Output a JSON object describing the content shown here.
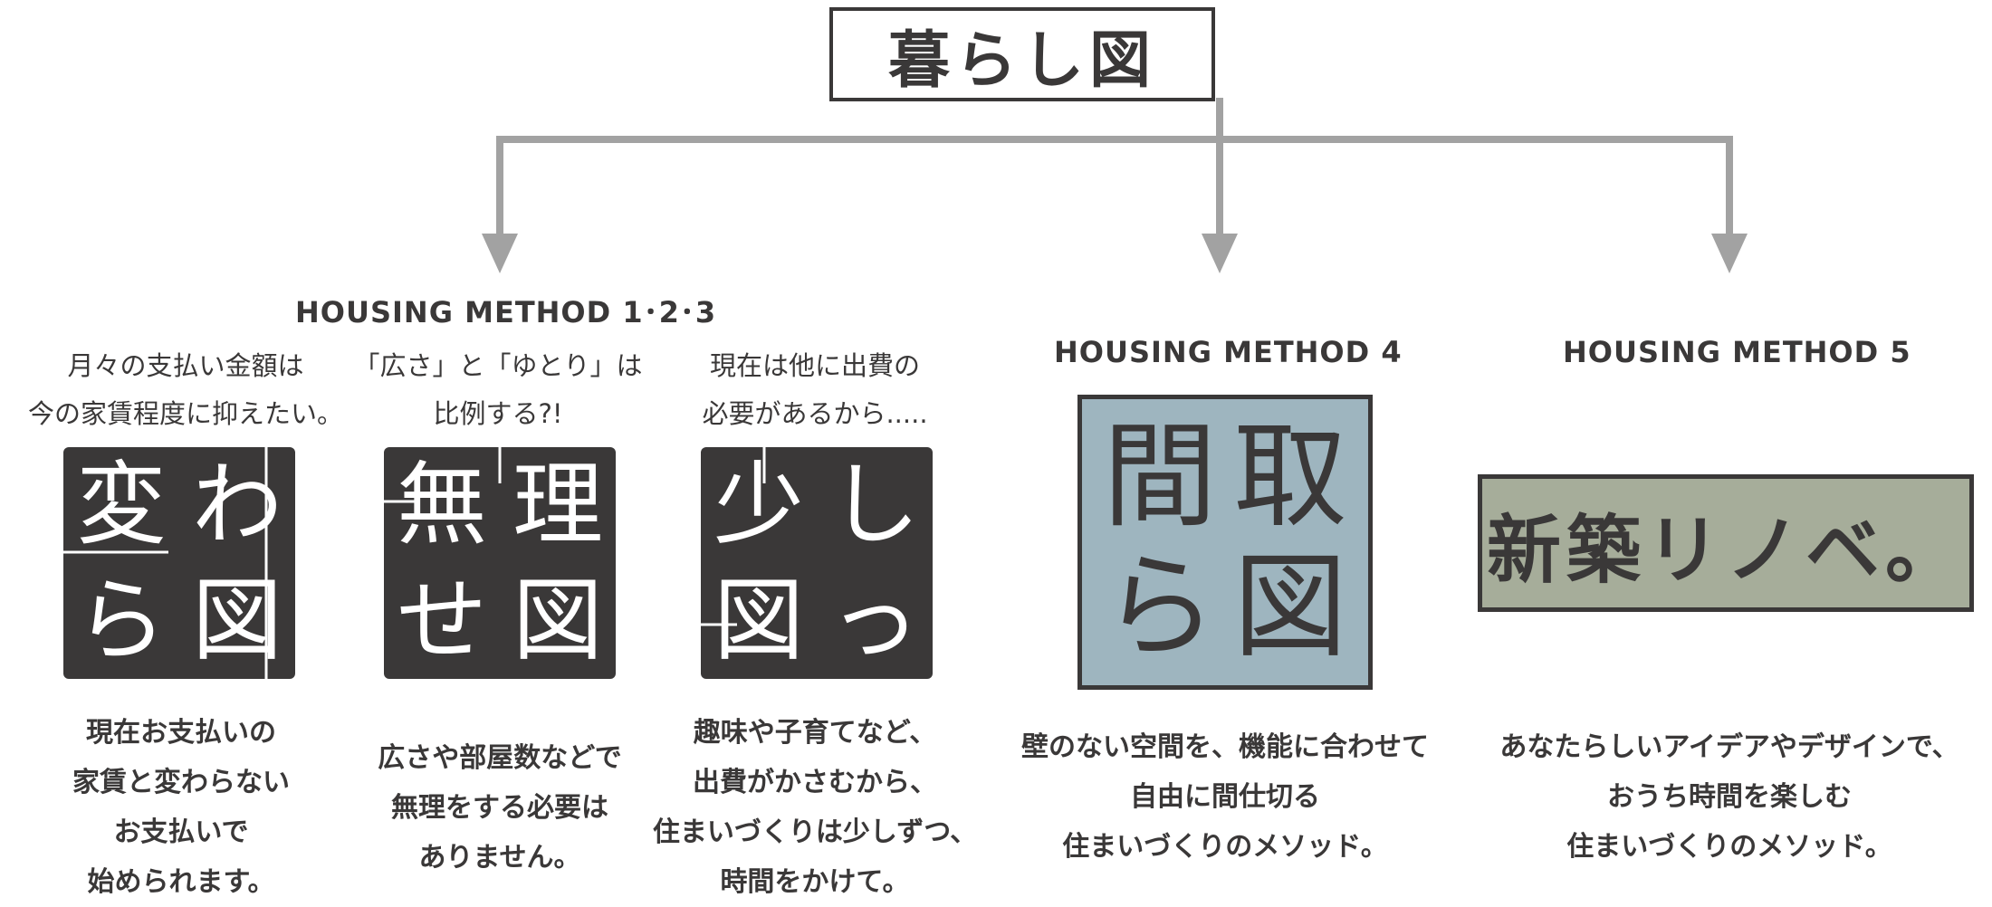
{
  "title": "暮らし図",
  "colors": {
    "text": "#3a3838",
    "arrow": "#a2a2a2",
    "logo_dark": "#3a3838",
    "logo_madori_bg": "#9eb5bf",
    "logo_shinchiku_bg": "#a6ad9a"
  },
  "group": {
    "label": "HOUSING METHOD 1･2･3",
    "items": [
      {
        "caption": [
          "月々の支払い金額は",
          "今の家賃程度に抑えたい。"
        ],
        "logo": [
          "変",
          "わ",
          "ら",
          "図"
        ],
        "desc": [
          "現在お支払いの",
          "家賃と変わらない",
          "お支払いで",
          "始められます。"
        ]
      },
      {
        "caption": [
          "「広さ」と「ゆとり」は",
          "比例する?!"
        ],
        "logo": [
          "無",
          "理",
          "せ",
          "図"
        ],
        "desc": [
          "広さや部屋数などで",
          "無理をする必要は",
          "ありません。"
        ]
      },
      {
        "caption": [
          "現在は他に出費の",
          "必要があるから....."
        ],
        "logo": [
          "少",
          "し",
          "図",
          "っ"
        ],
        "desc": [
          "趣味や子育てなど、",
          "出費がかさむから、",
          "住まいづくりは少しずつ、",
          "時間をかけて。"
        ]
      }
    ]
  },
  "method4": {
    "label": "HOUSING METHOD 4",
    "logo": [
      "間",
      "取",
      "ら",
      "図"
    ],
    "desc": [
      "壁のない空間を、機能に合わせて",
      "自由に間仕切る",
      "住まいづくりのメソッド。"
    ]
  },
  "method5": {
    "label": "HOUSING METHOD 5",
    "logo": "新築リノベ。",
    "desc": [
      "あなたらしいアイデアやデザインで、",
      "おうち時間を楽しむ",
      "住まいづくりのメソッド。"
    ]
  }
}
